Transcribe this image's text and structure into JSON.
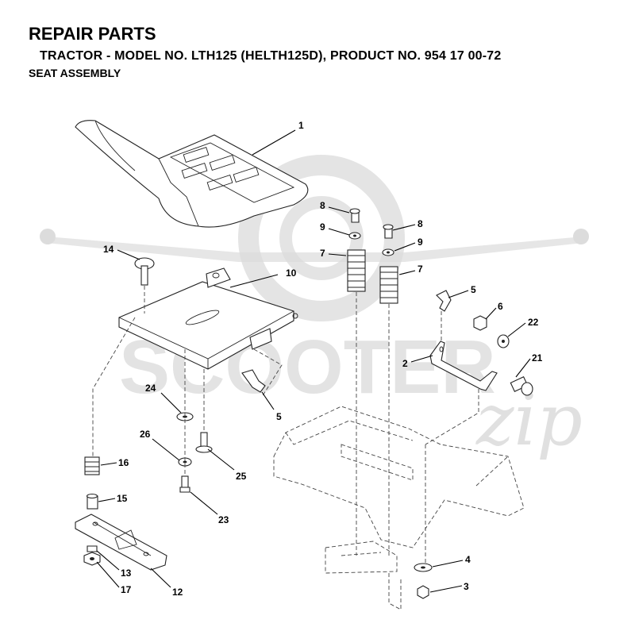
{
  "header": {
    "title": "REPAIR PARTS",
    "subtitle": "TRACTOR - MODEL NO. LTH125 (HELTH125D), PRODUCT NO. 954 17 00-72",
    "section": "SEAT ASSEMBLY"
  },
  "watermark": {
    "brand": "SCOOTER",
    "script": "zip"
  },
  "callouts": [
    "1",
    "8",
    "9",
    "7",
    "8",
    "9",
    "7",
    "14",
    "10",
    "5",
    "6",
    "22",
    "2",
    "21",
    "24",
    "5",
    "26",
    "25",
    "16",
    "15",
    "23",
    "13",
    "17",
    "12",
    "4",
    "3"
  ]
}
